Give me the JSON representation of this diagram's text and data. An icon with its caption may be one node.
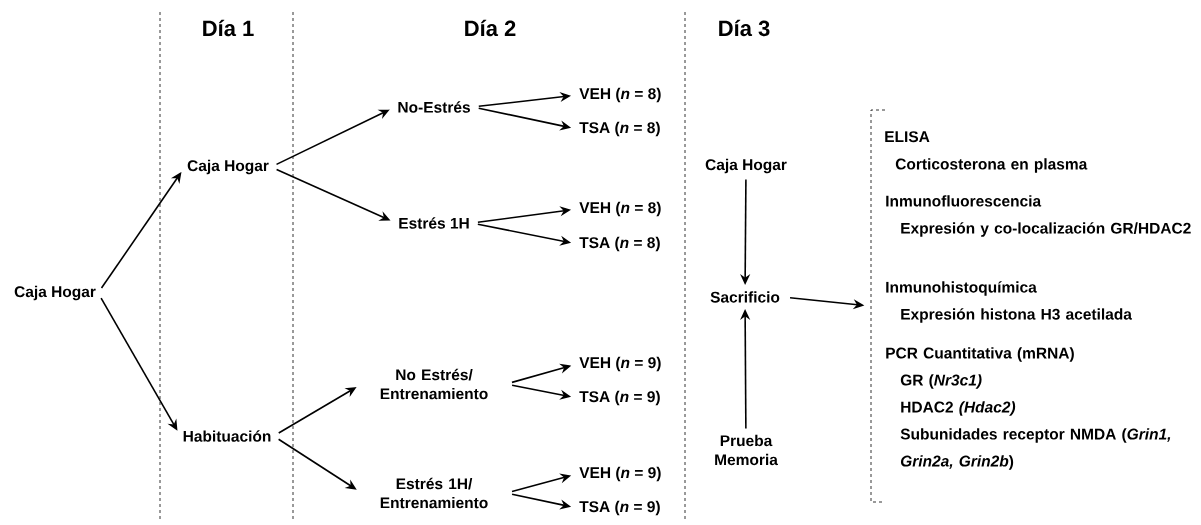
{
  "diagram": {
    "nodes": [
      {
        "text": [
          "Caja Hogar"
        ]
      },
      {
        "text": [
          "Caja Hogar"
        ]
      },
      {
        "text": [
          "Habituación"
        ]
      },
      {
        "text": [
          "No-Estrés"
        ]
      },
      {
        "text": [
          "Estrés 1H"
        ]
      },
      {
        "text": [
          "No Estrés/ Entrenamiento"
        ]
      },
      {
        "text": [
          "Estrés 1H/ Entrenamiento"
        ]
      },
      {
        "text": [
          "VEH (*n* = 8)"
        ]
      },
      {
        "text": [
          "TSA (*n* = 8)"
        ]
      },
      {
        "text": [
          "VEH (*n* = 8)"
        ]
      },
      {
        "text": [
          "TSA (*n* = 8)"
        ]
      },
      {
        "text": [
          "VEH (*n* = 9)"
        ]
      },
      {
        "text": [
          "TSA (*n* = 9)"
        ]
      },
      {
        "text": [
          "VEH (*n* = 9)"
        ]
      },
      {
        "text": [
          "TSA (*n* = 9)"
        ]
      },
      {
        "text": [
          "Caja Hogar"
        ]
      },
      {
        "text": [
          "Sacrificio"
        ]
      },
      {
        "text": [
          "Prueba Memoria"
        ]
      },
      {
        "text": [
          "ELISA",
          "Corticosterona en plasma",
          "Inmunofluorescencia",
          "Expresión y co-localización GR/HDAC2",
          "Inmunohistoquímica",
          "Expresión histona H3 acetilada",
          "PCR Cuantitativa (mRNA)",
          "GR (*Nr3c1)*",
          "HDAC2 *(Hdac2)*",
          "Subunidades receptor NMDA (*Grin1, Grin2a, Grin2b*)"
        ]
      }
    ],
    "edges": [
      {
        "from": 0,
        "to": 1,
        "arrow": "to"
      },
      {
        "from": 0,
        "to": 2,
        "arrow": "to"
      },
      {
        "from": 1,
        "to": 3,
        "arrow": "to"
      },
      {
        "from": 1,
        "to": 4,
        "arrow": "to"
      },
      {
        "from": 2,
        "to": 5,
        "arrow": "to"
      },
      {
        "from": 2,
        "to": 6,
        "arrow": "to"
      },
      {
        "from": 3,
        "to": 7,
        "arrow": "to"
      },
      {
        "from": 3,
        "to": 8,
        "arrow": "to"
      },
      {
        "from": 4,
        "to": 9,
        "arrow": "to"
      },
      {
        "from": 4,
        "to": 10,
        "arrow": "to"
      },
      {
        "from": 5,
        "to": 11,
        "arrow": "to"
      },
      {
        "from": 5,
        "to": 12,
        "arrow": "to"
      },
      {
        "from": 6,
        "to": 13,
        "arrow": "to"
      },
      {
        "from": 6,
        "to": 14,
        "arrow": "to"
      },
      {
        "from": 15,
        "to": 16,
        "arrow": "to"
      },
      {
        "from": 17,
        "to": 16,
        "arrow": "to"
      },
      {
        "from": 16,
        "to": 18,
        "arrow": "to"
      }
    ],
    "labels": [
      "Día 1",
      "Día 2",
      "Día 3"
    ]
  }
}
